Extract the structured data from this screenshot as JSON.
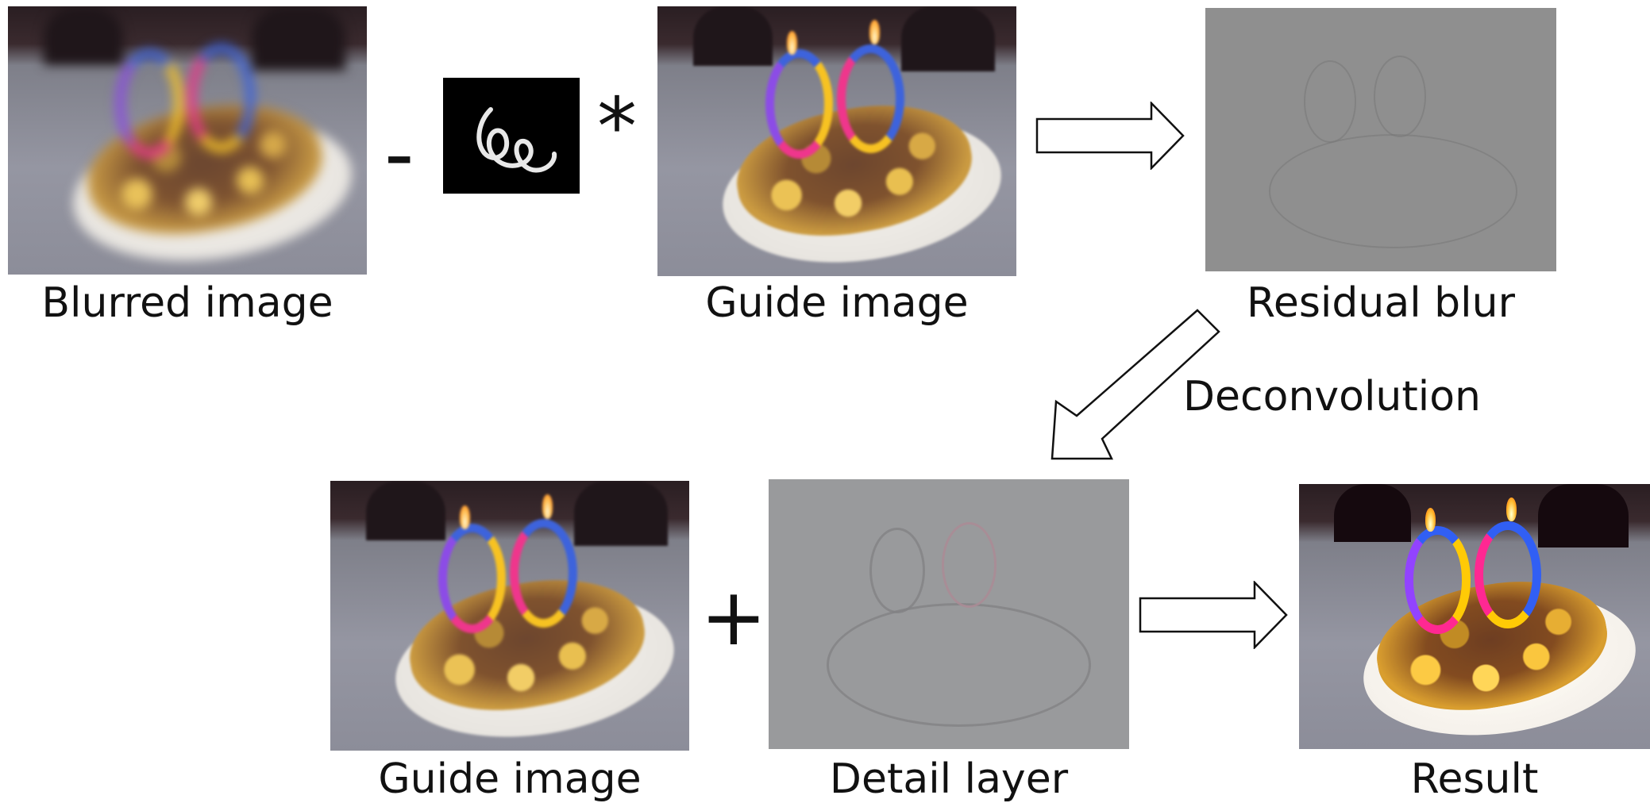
{
  "labels": {
    "blurred_image": "Blurred image",
    "guide_image_top": "Guide image",
    "residual_blur": "Residual blur",
    "deconvolution": "Deconvolution",
    "guide_image_bottom": "Guide image",
    "detail_layer": "Detail layer",
    "result": "Result"
  },
  "operators": {
    "minus": "-",
    "convolve": "*",
    "plus": "+"
  }
}
